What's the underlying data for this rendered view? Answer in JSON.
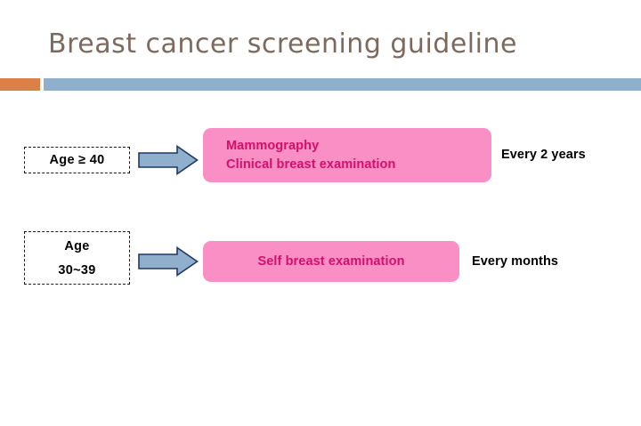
{
  "slide": {
    "title": "Breast cancer screening guideline",
    "title_color": "#7C6A5E",
    "background": "#FFFFFF"
  },
  "divider": {
    "accent_color": "#DD8047",
    "bar_color": "#8FB0CD"
  },
  "theme": {
    "pink_fill": "#F98FC4",
    "pink_text": "#D2106B",
    "arrow_fill": "#8FAFCD",
    "arrow_outline": "#1F3864",
    "label_text": "#000000"
  },
  "rows": [
    {
      "age_label_lines": [
        "Age ≥ 40"
      ],
      "arrow_icon": "right-arrow-icon",
      "recommendation_lines": [
        "Mammography",
        "Clinical breast examination"
      ],
      "frequency": "Every 2 years"
    },
    {
      "age_label_lines": [
        "Age",
        "30~39"
      ],
      "arrow_icon": "right-arrow-icon",
      "recommendation_lines": [
        "Self breast examination"
      ],
      "frequency": "Every months"
    }
  ]
}
